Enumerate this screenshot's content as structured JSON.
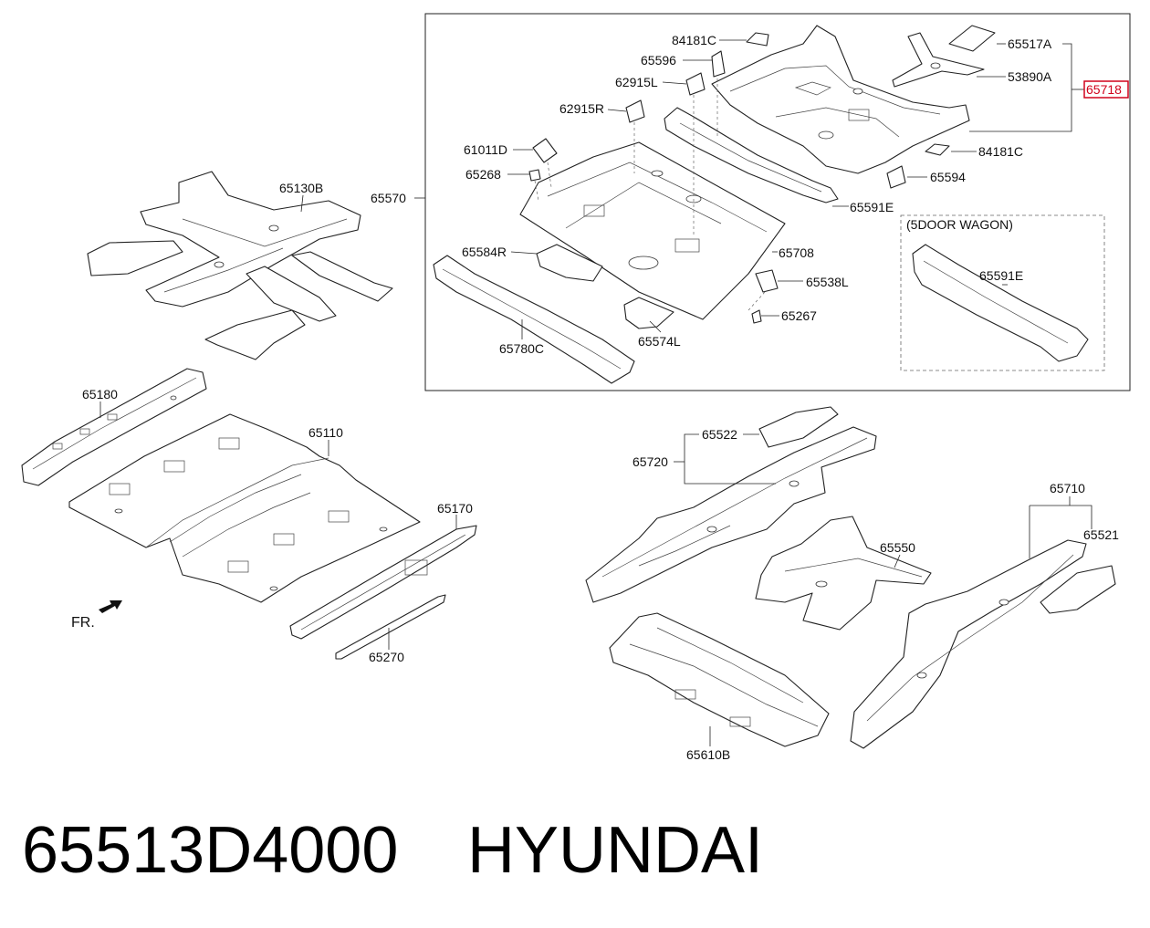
{
  "labels": {
    "l65130B": "65130B",
    "l65570": "65570",
    "l84181C_top": "84181C",
    "l65596": "65596",
    "l62915L": "62915L",
    "l62915R": "62915R",
    "l61011D": "61011D",
    "l65268": "65268",
    "l65517A": "65517A",
    "l53890A": "53890A",
    "l65718": "65718",
    "l84181C_right": "84181C",
    "l65594": "65594",
    "l65591E_main": "65591E",
    "l5door": "(5DOOR WAGON)",
    "l65591E_wagon": "65591E",
    "l65584R": "65584R",
    "l65708": "65708",
    "l65538L": "65538L",
    "l65267": "65267",
    "l65780C": "65780C",
    "l65574L": "65574L",
    "l65180": "65180",
    "l65110": "65110",
    "l65170": "65170",
    "l65270": "65270",
    "fr": "FR.",
    "l65522": "65522",
    "l65720": "65720",
    "l65550": "65550",
    "l65710": "65710",
    "l65521": "65521",
    "l65610B": "65610B"
  },
  "colors": {
    "highlight": "#d0021b",
    "line": "#222222"
  },
  "footer": {
    "part_number": "65513D4000",
    "brand": "HYUNDAI"
  }
}
